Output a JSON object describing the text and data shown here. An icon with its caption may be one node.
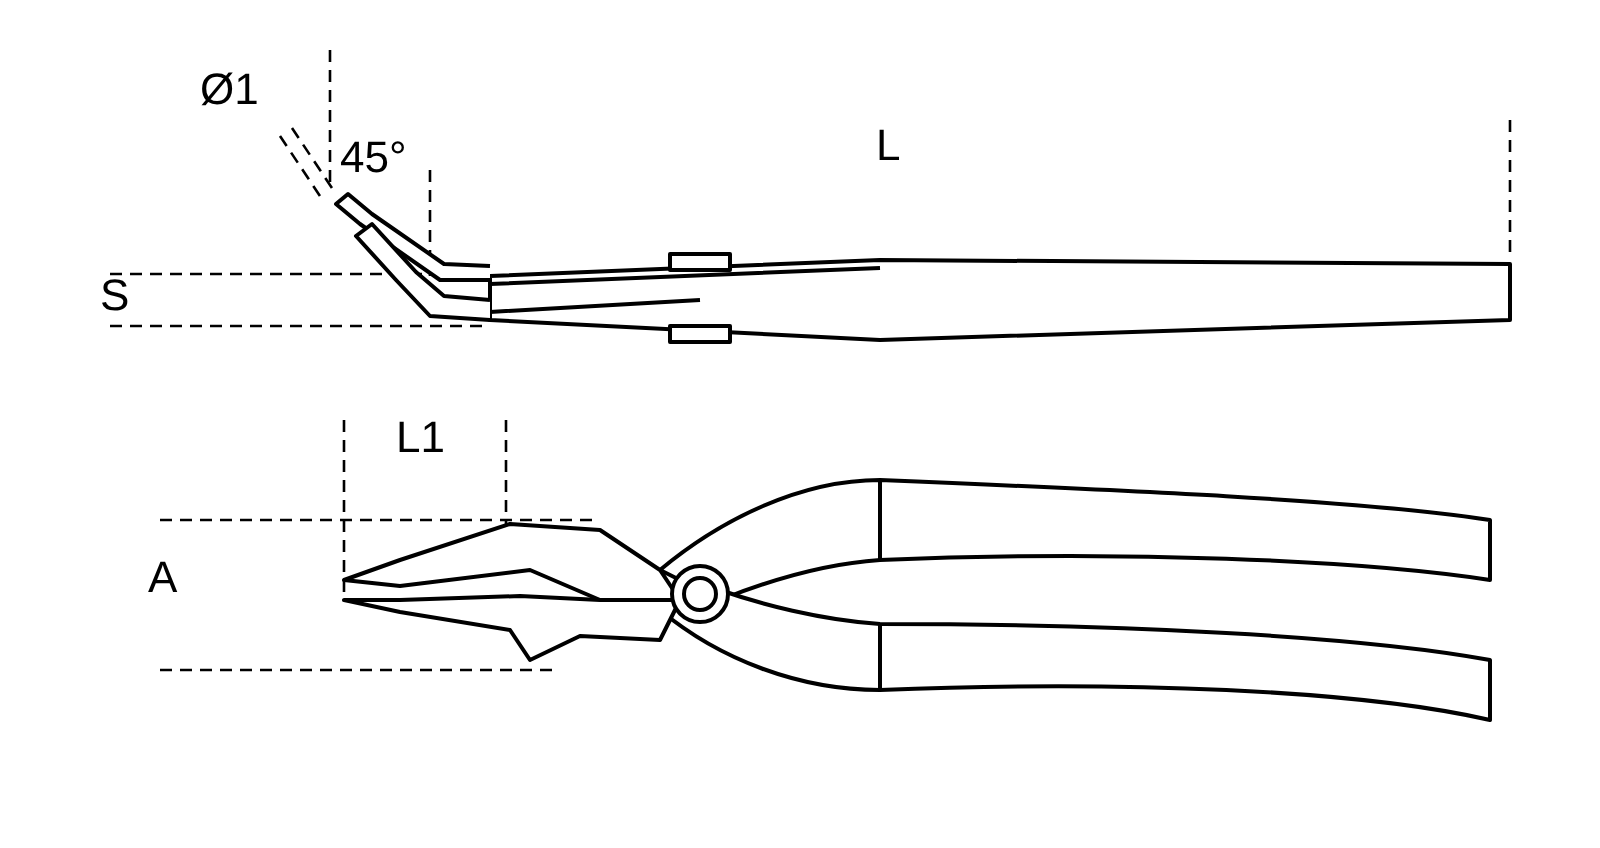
{
  "diagram": {
    "labels": [
      "Ø1",
      "45°",
      "L",
      "S",
      "L1",
      "A"
    ]
  }
}
